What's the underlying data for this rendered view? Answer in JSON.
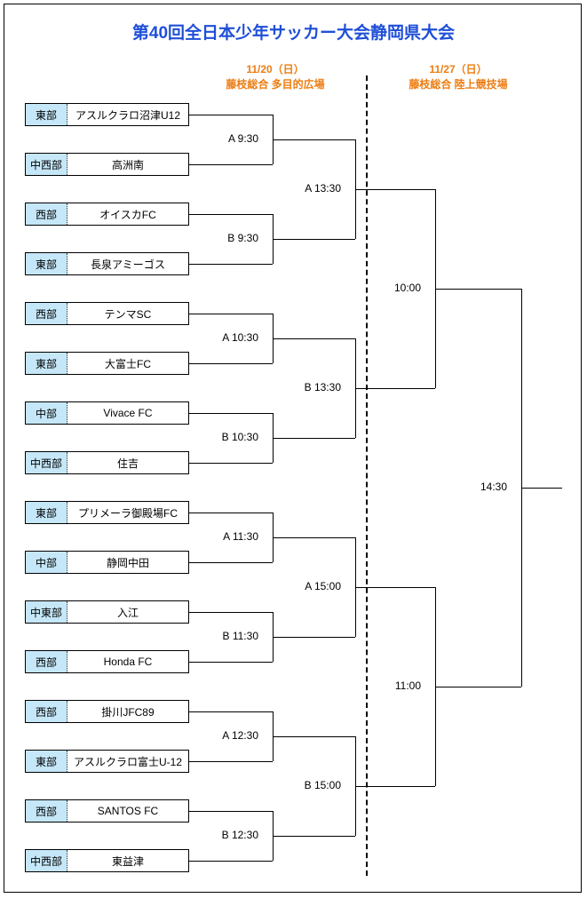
{
  "page": {
    "title": "第40回全日本少年サッカー大会静岡県大会",
    "title_color": "#1f4fd8",
    "accent_color": "#ed7d12",
    "region_badge_color": "#c5e7f8"
  },
  "venues": [
    {
      "date": "11/20（日）",
      "name": "藤枝総合 多目的広場"
    },
    {
      "date": "11/27（日）",
      "name": "藤枝総合 陸上競技場"
    }
  ],
  "teams": [
    {
      "region": "東部",
      "name": "アスルクラロ沼津U12"
    },
    {
      "region": "中西部",
      "name": "高洲南"
    },
    {
      "region": "西部",
      "name": "オイスカFC"
    },
    {
      "region": "東部",
      "name": "長泉アミーゴス"
    },
    {
      "region": "西部",
      "name": "テンマSC"
    },
    {
      "region": "東部",
      "name": "大富士FC"
    },
    {
      "region": "中部",
      "name": "Vivace FC"
    },
    {
      "region": "中西部",
      "name": "住吉"
    },
    {
      "region": "東部",
      "name": "プリメーラ御殿場FC"
    },
    {
      "region": "中部",
      "name": "静岡中田"
    },
    {
      "region": "中東部",
      "name": "入江"
    },
    {
      "region": "西部",
      "name": "Honda FC"
    },
    {
      "region": "西部",
      "name": "掛川JFC89"
    },
    {
      "region": "東部",
      "name": "アスルクラロ富士U-12"
    },
    {
      "region": "西部",
      "name": "SANTOS FC"
    },
    {
      "region": "中西部",
      "name": "東益津"
    }
  ],
  "round1": [
    {
      "label": "A 9:30"
    },
    {
      "label": "B 9:30"
    },
    {
      "label": "A 10:30"
    },
    {
      "label": "B 10:30"
    },
    {
      "label": "A 11:30"
    },
    {
      "label": "B 11:30"
    },
    {
      "label": "A 12:30"
    },
    {
      "label": "B 12:30"
    }
  ],
  "round2": [
    {
      "label": "A 13:30"
    },
    {
      "label": "B 13:30"
    },
    {
      "label": "A 15:00"
    },
    {
      "label": "B 15:00"
    }
  ],
  "semifinals": [
    {
      "label": "10:00"
    },
    {
      "label": "11:00"
    }
  ],
  "final": {
    "label": "14:30"
  }
}
